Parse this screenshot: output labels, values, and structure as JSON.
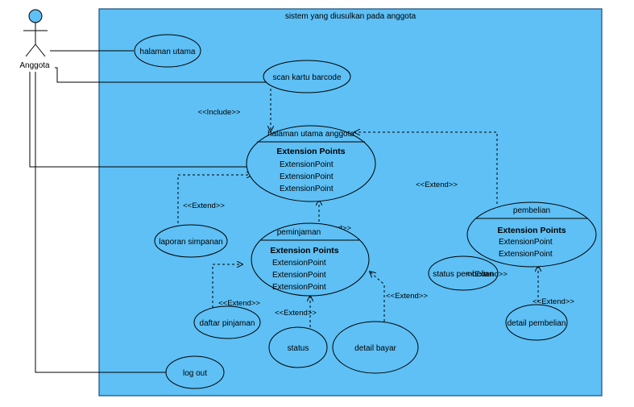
{
  "system": {
    "title": "sistem yang diusulkan pada anggota"
  },
  "actor": {
    "name": "Anggota"
  },
  "use_cases": {
    "halaman_utama": "halaman utama",
    "scan_kartu": "scan kartu barcode",
    "halaman_utama_anggota": {
      "name": "halaman utama anggota",
      "ext_title": "Extension Points",
      "points": [
        "ExtensionPoint",
        "ExtensionPoint",
        "ExtensionPoint"
      ]
    },
    "peminjaman": {
      "name": "peminjaman",
      "ext_title": "Extension Points",
      "points": [
        "ExtensionPoint",
        "ExtensionPoint",
        "ExtensionPoint"
      ]
    },
    "pembelian": {
      "name": "pembelian",
      "ext_title": "Extension Points",
      "points": [
        "ExtensionPoint",
        "ExtensionPoint"
      ]
    },
    "laporan_simpanan": "laporan simpanan",
    "daftar_pinjaman": "daftar pinjaman",
    "status": "status",
    "detail_bayar": "detail bayar",
    "status_pembelian": "status pembelian",
    "detail_pembelian": "detail pembelian",
    "log_out": "log out"
  },
  "stereotypes": {
    "include": "<<Include>>",
    "extend": "<<Extend>>"
  },
  "colors": {
    "system_fill": "#5ec0f5",
    "system_border": "#1a4f7a"
  }
}
